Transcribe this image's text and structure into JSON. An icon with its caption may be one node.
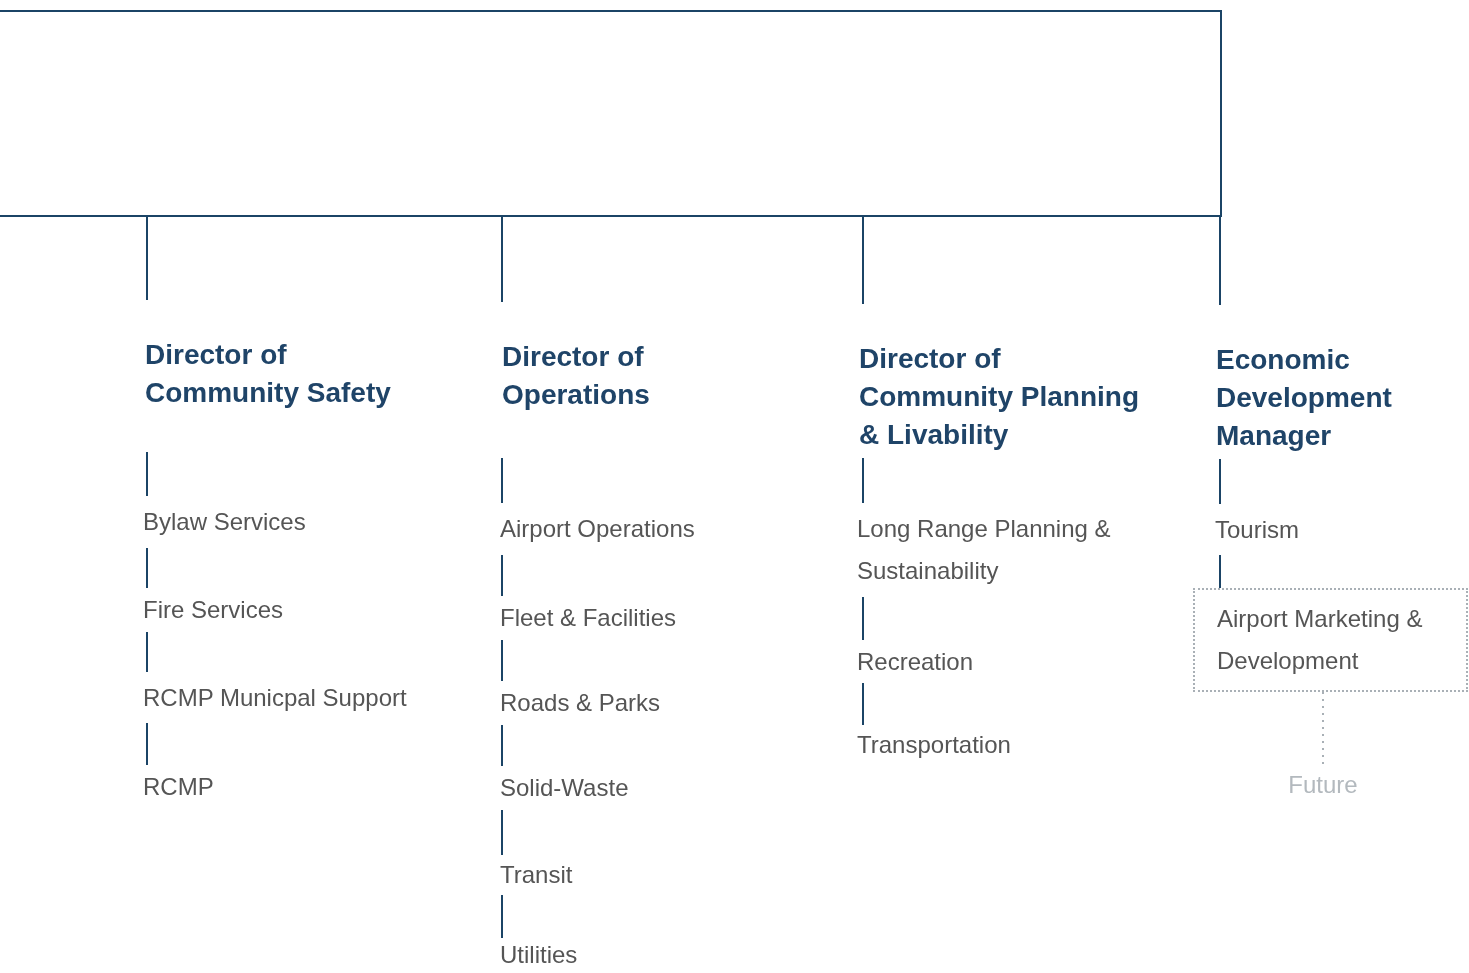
{
  "diagram": {
    "nodes": [
      {
        "text": [],
        "shape": "box"
      },
      {
        "text": [
          "Director of Community Safety"
        ]
      },
      {
        "text": [
          "Director of Operations"
        ]
      },
      {
        "text": [
          "Director of Community Planning & Livability"
        ]
      },
      {
        "text": [
          "Economic Development Manager"
        ]
      },
      {
        "text": [
          "Bylaw Services"
        ]
      },
      {
        "text": [
          "Fire Services"
        ]
      },
      {
        "text": [
          "RCMP Municpal Support"
        ]
      },
      {
        "text": [
          "RCMP"
        ]
      },
      {
        "text": [
          "Airport Operations"
        ]
      },
      {
        "text": [
          "Fleet & Facilities"
        ]
      },
      {
        "text": [
          "Roads & Parks"
        ]
      },
      {
        "text": [
          "Solid-Waste"
        ]
      },
      {
        "text": [
          "Transit"
        ]
      },
      {
        "text": [
          "Utilities"
        ]
      },
      {
        "text": [
          "Long Range Planning & Sustainability"
        ]
      },
      {
        "text": [
          "Recreation"
        ]
      },
      {
        "text": [
          "Transportation"
        ]
      },
      {
        "text": [
          "Tourism"
        ]
      },
      {
        "text": [
          "Airport Marketing & Development"
        ]
      },
      {
        "text": [
          "Future"
        ]
      }
    ],
    "edges": [
      {
        "from": 0,
        "to": 1,
        "arrow": "none"
      },
      {
        "from": 0,
        "to": 2,
        "arrow": "none"
      },
      {
        "from": 0,
        "to": 3,
        "arrow": "none"
      },
      {
        "from": 0,
        "to": 4,
        "arrow": "none"
      },
      {
        "from": 1,
        "to": 5,
        "arrow": "none"
      },
      {
        "from": 5,
        "to": 6,
        "arrow": "none"
      },
      {
        "from": 6,
        "to": 7,
        "arrow": "none"
      },
      {
        "from": 7,
        "to": 8,
        "arrow": "none"
      },
      {
        "from": 2,
        "to": 9,
        "arrow": "none"
      },
      {
        "from": 9,
        "to": 10,
        "arrow": "none"
      },
      {
        "from": 10,
        "to": 11,
        "arrow": "none"
      },
      {
        "from": 11,
        "to": 12,
        "arrow": "none"
      },
      {
        "from": 12,
        "to": 13,
        "arrow": "none"
      },
      {
        "from": 13,
        "to": 14,
        "arrow": "none"
      },
      {
        "from": 3,
        "to": 15,
        "arrow": "none"
      },
      {
        "from": 15,
        "to": 16,
        "arrow": "none"
      },
      {
        "from": 16,
        "to": 17,
        "arrow": "none"
      },
      {
        "from": 4,
        "to": 18,
        "arrow": "none"
      },
      {
        "from": 18,
        "to": 19,
        "arrow": "none"
      },
      {
        "from": 19,
        "to": 20,
        "arrow": "none",
        "style": "dashed",
        "color": "#a9b0b6"
      }
    ]
  }
}
